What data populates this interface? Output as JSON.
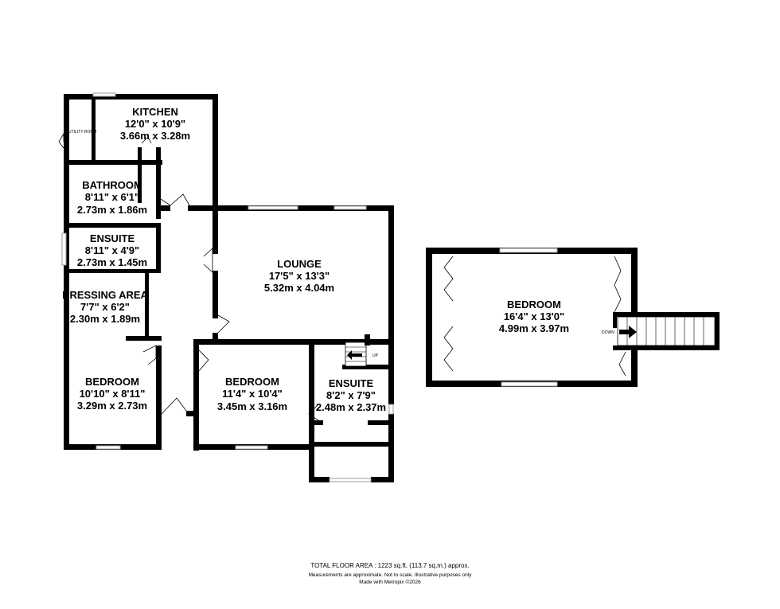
{
  "rooms": {
    "kitchen": {
      "name": "KITCHEN",
      "imperial": "12'0\"  x 10'9\"",
      "metric": "3.66m  x 3.28m"
    },
    "utility": {
      "name": "UTILITY ROOM"
    },
    "bathroom": {
      "name": "BATHROOM",
      "imperial": "8'11\"  x 6'1\"",
      "metric": "2.73m  x 1.86m"
    },
    "ensuite1": {
      "name": "ENSUITE",
      "imperial": "8'11\"  x 4'9\"",
      "metric": "2.73m  x 1.45m"
    },
    "dressing": {
      "name": "DRESSING AREA",
      "imperial": "7'7\"  x 6'2\"",
      "metric": "2.30m  x 1.89m"
    },
    "bedroom1": {
      "name": "BEDROOM",
      "imperial": "10'10\"  x 8'11\"",
      "metric": "3.29m  x 2.73m"
    },
    "lounge": {
      "name": "LOUNGE",
      "imperial": "17'5\"  x 13'3\"",
      "metric": "5.32m  x 4.04m"
    },
    "bedroom2": {
      "name": "BEDROOM",
      "imperial": "11'4\"  x 10'4\"",
      "metric": "3.45m  x 3.16m"
    },
    "ensuite2": {
      "name": "ENSUITE",
      "imperial": "8'2\"  x 7'9\"",
      "metric": "2.48m  x 2.37m"
    },
    "bedroom_up": {
      "name": "BEDROOM",
      "imperial": "16'4\"  x 13'0\"",
      "metric": "4.99m  x 3.97m"
    }
  },
  "stairs": {
    "up_label": "UP",
    "down_label": "DOWN"
  },
  "footer": {
    "total_area": "TOTAL FLOOR AREA : 1223 sq.ft. (113.7 sq.m.) approx.",
    "disclaimer": "Measurements are approximate.  Not to scale.  Illustrative purposes only",
    "credit": "Made with Metropix ©2026"
  }
}
